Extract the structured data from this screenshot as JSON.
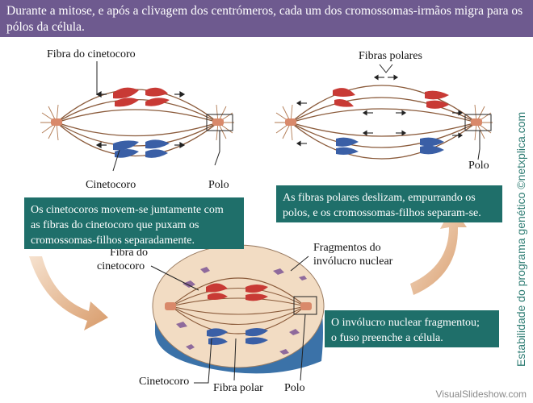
{
  "header": {
    "text": "Durante a mitose, e após a clivagem dos centrómeros, cada um dos cromossomas-irmãos migra para os pólos da célula."
  },
  "labels": {
    "fibra_cinetocoro_top": "Fibra do cinetocoro",
    "cinetocoro_top": "Cinetocoro",
    "polo_top_left": "Polo",
    "fibras_polares": "Fibras polares",
    "polo_top_right": "Polo",
    "fibra_do": "Fibra do",
    "cinetocoro_word": "cinetocoro",
    "fragmentos_line1": "Fragmentos do",
    "fragmentos_line2": "invólucro nuclear",
    "cinetocoro_bottom": "Cinetocoro",
    "fibra_polar": "Fibra polar",
    "polo_bottom": "Polo"
  },
  "boxes": {
    "left_line1": "Os cinetocoros movem-se juntamente com",
    "left_line2": "as fibras do cinetocoro que puxam os",
    "left_line3": "cromossomas-filhos separadamente.",
    "right_line1": "As fibras polares deslizam, empurrando os",
    "right_line2": "polos, e os cromossomas-filhos separam-se.",
    "bottom_line1": "O invólucro nuclear fragmentou;",
    "bottom_line2": "o fuso preenche a célula."
  },
  "credit": "Estabilidade do programa genético ©netxplica.com",
  "watermark": "VisualSlideshow.com",
  "colors": {
    "header_bg": "#6e5a8f",
    "box_bg": "#1f6f6a",
    "red_chromosome": "#c83a35",
    "blue_chromosome": "#3a5fa6",
    "fiber": "#8a5a3a",
    "cell": "#f2dcc3"
  }
}
